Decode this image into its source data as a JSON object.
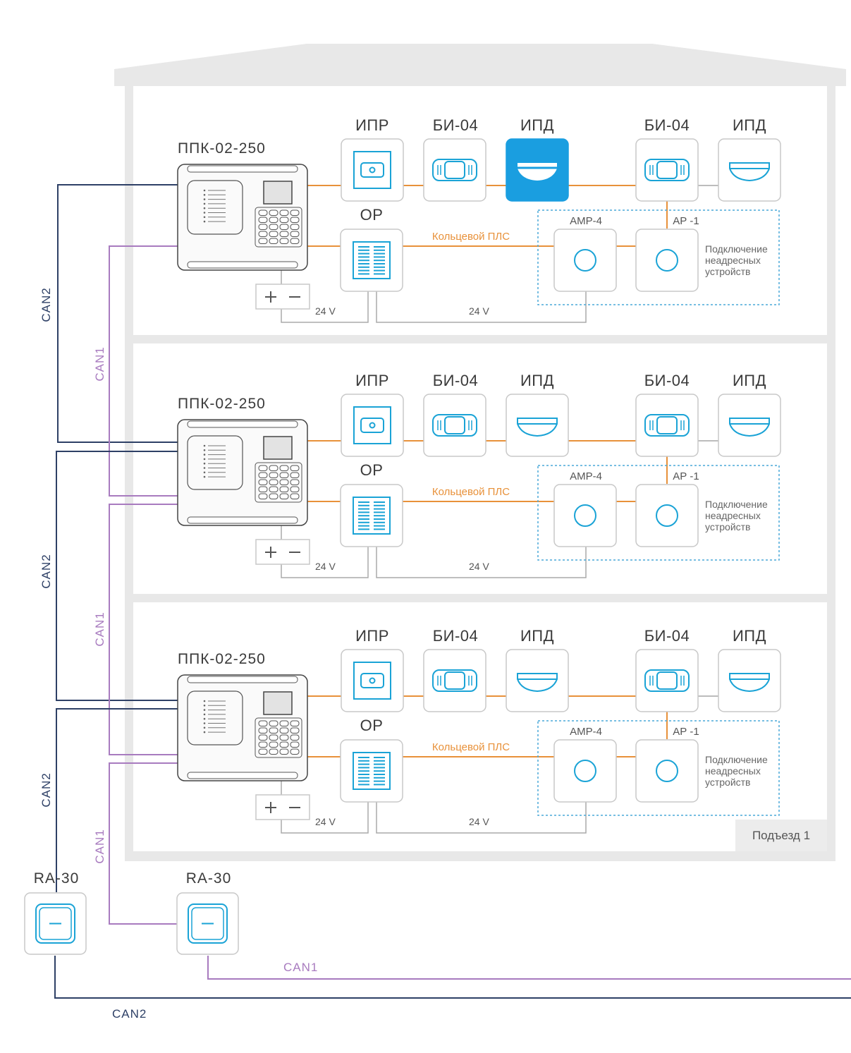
{
  "colors": {
    "can2": "#2e4066",
    "can1": "#a87bbf",
    "loop": "#e8913a",
    "accent": "#1aa3d6",
    "highlight": "#1a9ee0",
    "building": "#e8e8e8",
    "device_border": "#c8c8c8",
    "dashed": "#4aa8d8"
  },
  "floors": [
    {
      "panel_label": "ППК-02-250",
      "devices": {
        "ipr": "ИПР",
        "bi04_a": "БИ-04",
        "ipd_a": "ИПД",
        "bi04_b": "БИ-04",
        "ipd_b": "ИПД",
        "or": "ОР",
        "amp4": "АМР-4",
        "ar1": "АР -1"
      },
      "loop_label": "Кольцевой ПЛС",
      "note": [
        "Подключение",
        "неадресных",
        "устройств"
      ],
      "v24_left": "24 V",
      "v24_right": "24 V",
      "highlighted": "ipd_a"
    },
    {
      "panel_label": "ППК-02-250",
      "devices": {
        "ipr": "ИПР",
        "bi04_a": "БИ-04",
        "ipd_a": "ИПД",
        "bi04_b": "БИ-04",
        "ipd_b": "ИПД",
        "or": "ОР",
        "amp4": "АМР-4",
        "ar1": "АР -1"
      },
      "loop_label": "Кольцевой ПЛС",
      "note": [
        "Подключение",
        "неадресных",
        "устройств"
      ],
      "v24_left": "24 V",
      "v24_right": "24 V",
      "highlighted": ""
    },
    {
      "panel_label": "ППК-02-250",
      "devices": {
        "ipr": "ИПР",
        "bi04_a": "БИ-04",
        "ipd_a": "ИПД",
        "bi04_b": "БИ-04",
        "ipd_b": "ИПД",
        "or": "ОР",
        "amp4": "АМР-4",
        "ar1": "АР -1"
      },
      "loop_label": "Кольцевой ПЛС",
      "note": [
        "Подключение",
        "неадресных",
        "устройств"
      ],
      "v24_left": "24 V",
      "v24_right": "24 V",
      "highlighted": ""
    }
  ],
  "bus_labels": {
    "can2_floor1": "CAN2",
    "can1_floor1": "CAN1",
    "can2_floor2": "CAN2",
    "can1_floor2": "CAN1",
    "can2_floor3": "CAN2",
    "can1_floor3": "CAN1",
    "can1_bottom": "CAN1",
    "can2_bottom": "CAN2"
  },
  "entrance_label": "Подъезд 1",
  "repeaters": [
    "RA-30",
    "RA-30"
  ]
}
